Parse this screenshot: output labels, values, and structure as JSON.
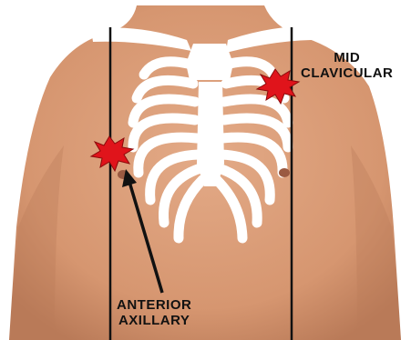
{
  "labels": {
    "mid_clavicular": {
      "line1": "MID",
      "line2": "CLAVICULAR"
    },
    "anterior_axillary": {
      "line1": "ANTERIOR",
      "line2": "AXILLARY"
    }
  },
  "colors": {
    "skin": "#d99c78",
    "skin_shadow": "#b97a58",
    "bone": "#ffffff",
    "line": "#111111",
    "marker": "#e0141b",
    "background": "#ffffff"
  },
  "icons": [
    "pain-burst-icon",
    "arrow-icon"
  ]
}
